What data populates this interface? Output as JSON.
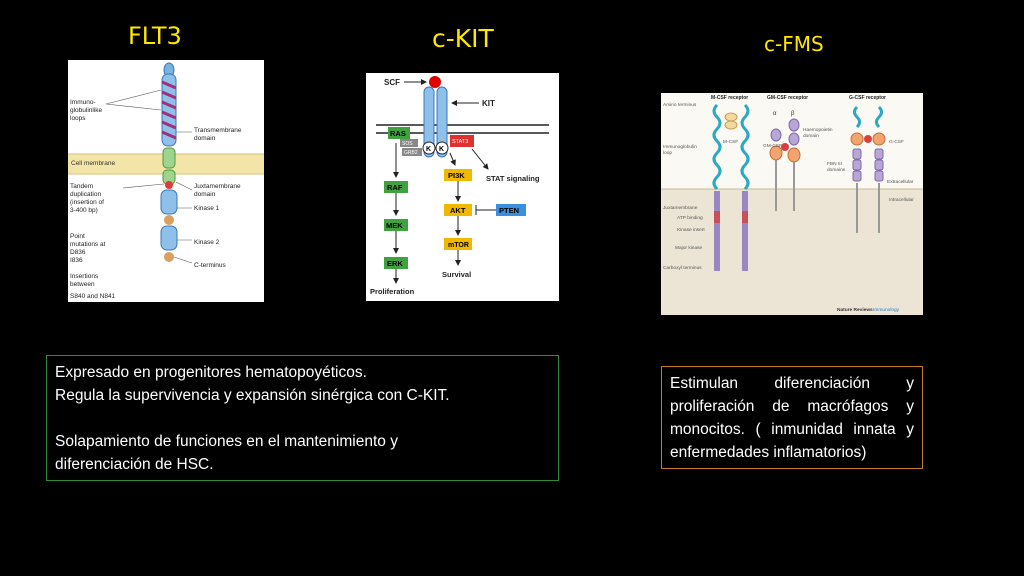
{
  "titles": {
    "flt3": "FLT3",
    "ckit": "c-KIT",
    "cfms": "c-FMS"
  },
  "flt3_fig": {
    "left_labels": [
      "Immuno-",
      "globulinlike",
      "loops"
    ],
    "cell_membrane": "Cell membrane",
    "tandem": [
      "Tandem",
      "duplication",
      "(insertion of",
      "3-400 bp)"
    ],
    "points": [
      "Point",
      "mutations at",
      "D836",
      "I836",
      "Insertions",
      "between",
      "S840 and N841"
    ],
    "right_labels": {
      "tm": [
        "Transmembrane",
        "domain"
      ],
      "jm": [
        "Juxtamembrane",
        "domain"
      ],
      "k1": "Kinase 1",
      "k2": "Kinase 2",
      "ct": "C-terminus"
    }
  },
  "ckit_fig": {
    "scf": "SCF",
    "kit": "KIT",
    "ras": "RAS",
    "sos": "SOS",
    "grb2": "GRB2",
    "k": "K",
    "stat3": "STAT3",
    "stat_signaling": "STAT signaling",
    "raf": "RAF",
    "pi3k": "PI3K",
    "akt": "AKT",
    "pten": "PTEN",
    "mek": "MEK",
    "mtor": "mTOR",
    "erk": "ERK",
    "survival": "Survival",
    "proliferation": "Proliferation"
  },
  "cfms_fig": {
    "headers": [
      "M-CSF receptor",
      "GM-CSF receptor",
      "G-CSF receptor"
    ],
    "left_labels": [
      "Amino terminus",
      "Immunoglobulin",
      "loop",
      "Juxtamembrane",
      "ATP binding",
      "Kinase insert",
      "Major kinase",
      "Carboxyl terminus"
    ],
    "mcsf": "M-CSF",
    "gmcsf": "GM-CSF",
    "gcsf": "G-CSF",
    "alpha": "α",
    "beta": "β",
    "haem": [
      "Haemopoietin",
      "domain"
    ],
    "fbn": [
      "FBN III",
      "domains"
    ],
    "extracellular": "Extracellular",
    "intracellular": "Intracellular",
    "credit_a": "Nature Reviews",
    "credit_b": "Immunology"
  },
  "box_flt3": {
    "line1": "Expresado en progenitores hematopoyéticos.",
    "line2": "Regula la supervivencia y expansión sinérgica con C-KIT.",
    "line3": "Solapamiento de funciones  en el mantenimiento y",
    "line4": "diferenciación de HSC."
  },
  "box_cfms": {
    "text": "Estimulan diferenciación y proliferación de macrófagos y monocitos. ( inmunidad innata y enfermedades inflamatorios)"
  }
}
